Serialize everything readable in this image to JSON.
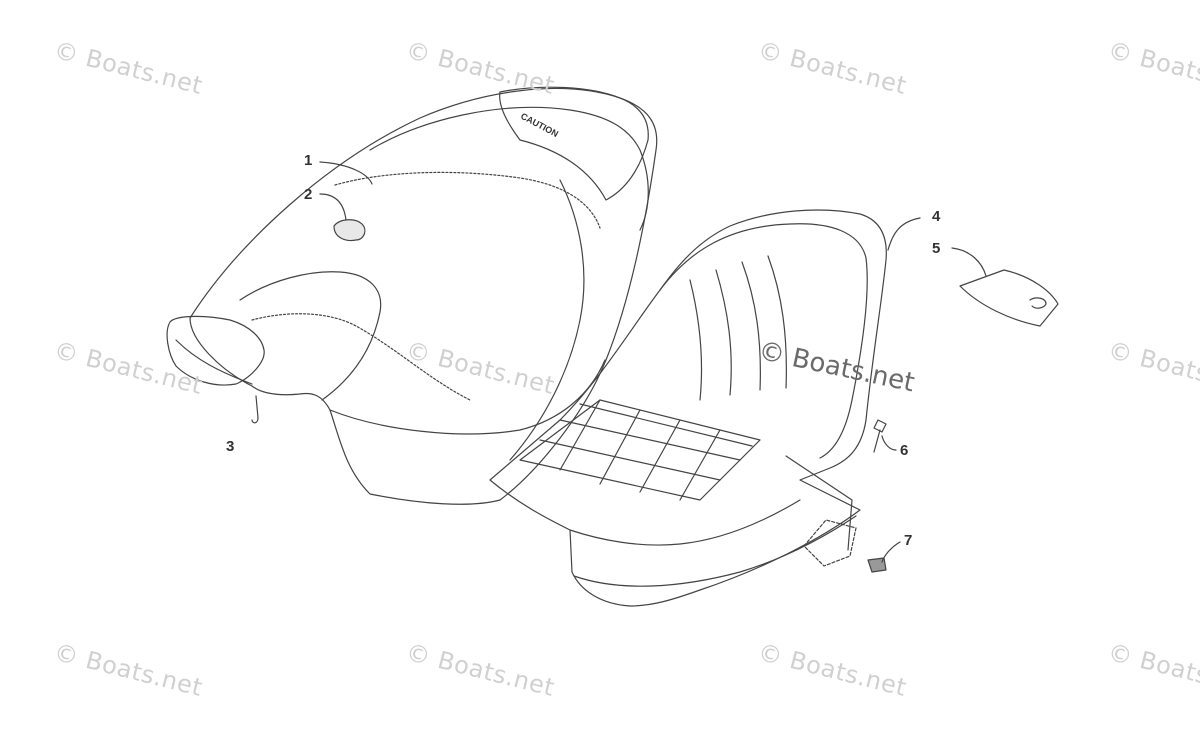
{
  "watermark": "© Boats.net",
  "seat_label": "CAUTION",
  "callouts": [
    {
      "number": "1"
    },
    {
      "number": "2"
    },
    {
      "number": "3"
    },
    {
      "number": "4"
    },
    {
      "number": "5"
    },
    {
      "number": "6"
    },
    {
      "number": "7"
    }
  ]
}
